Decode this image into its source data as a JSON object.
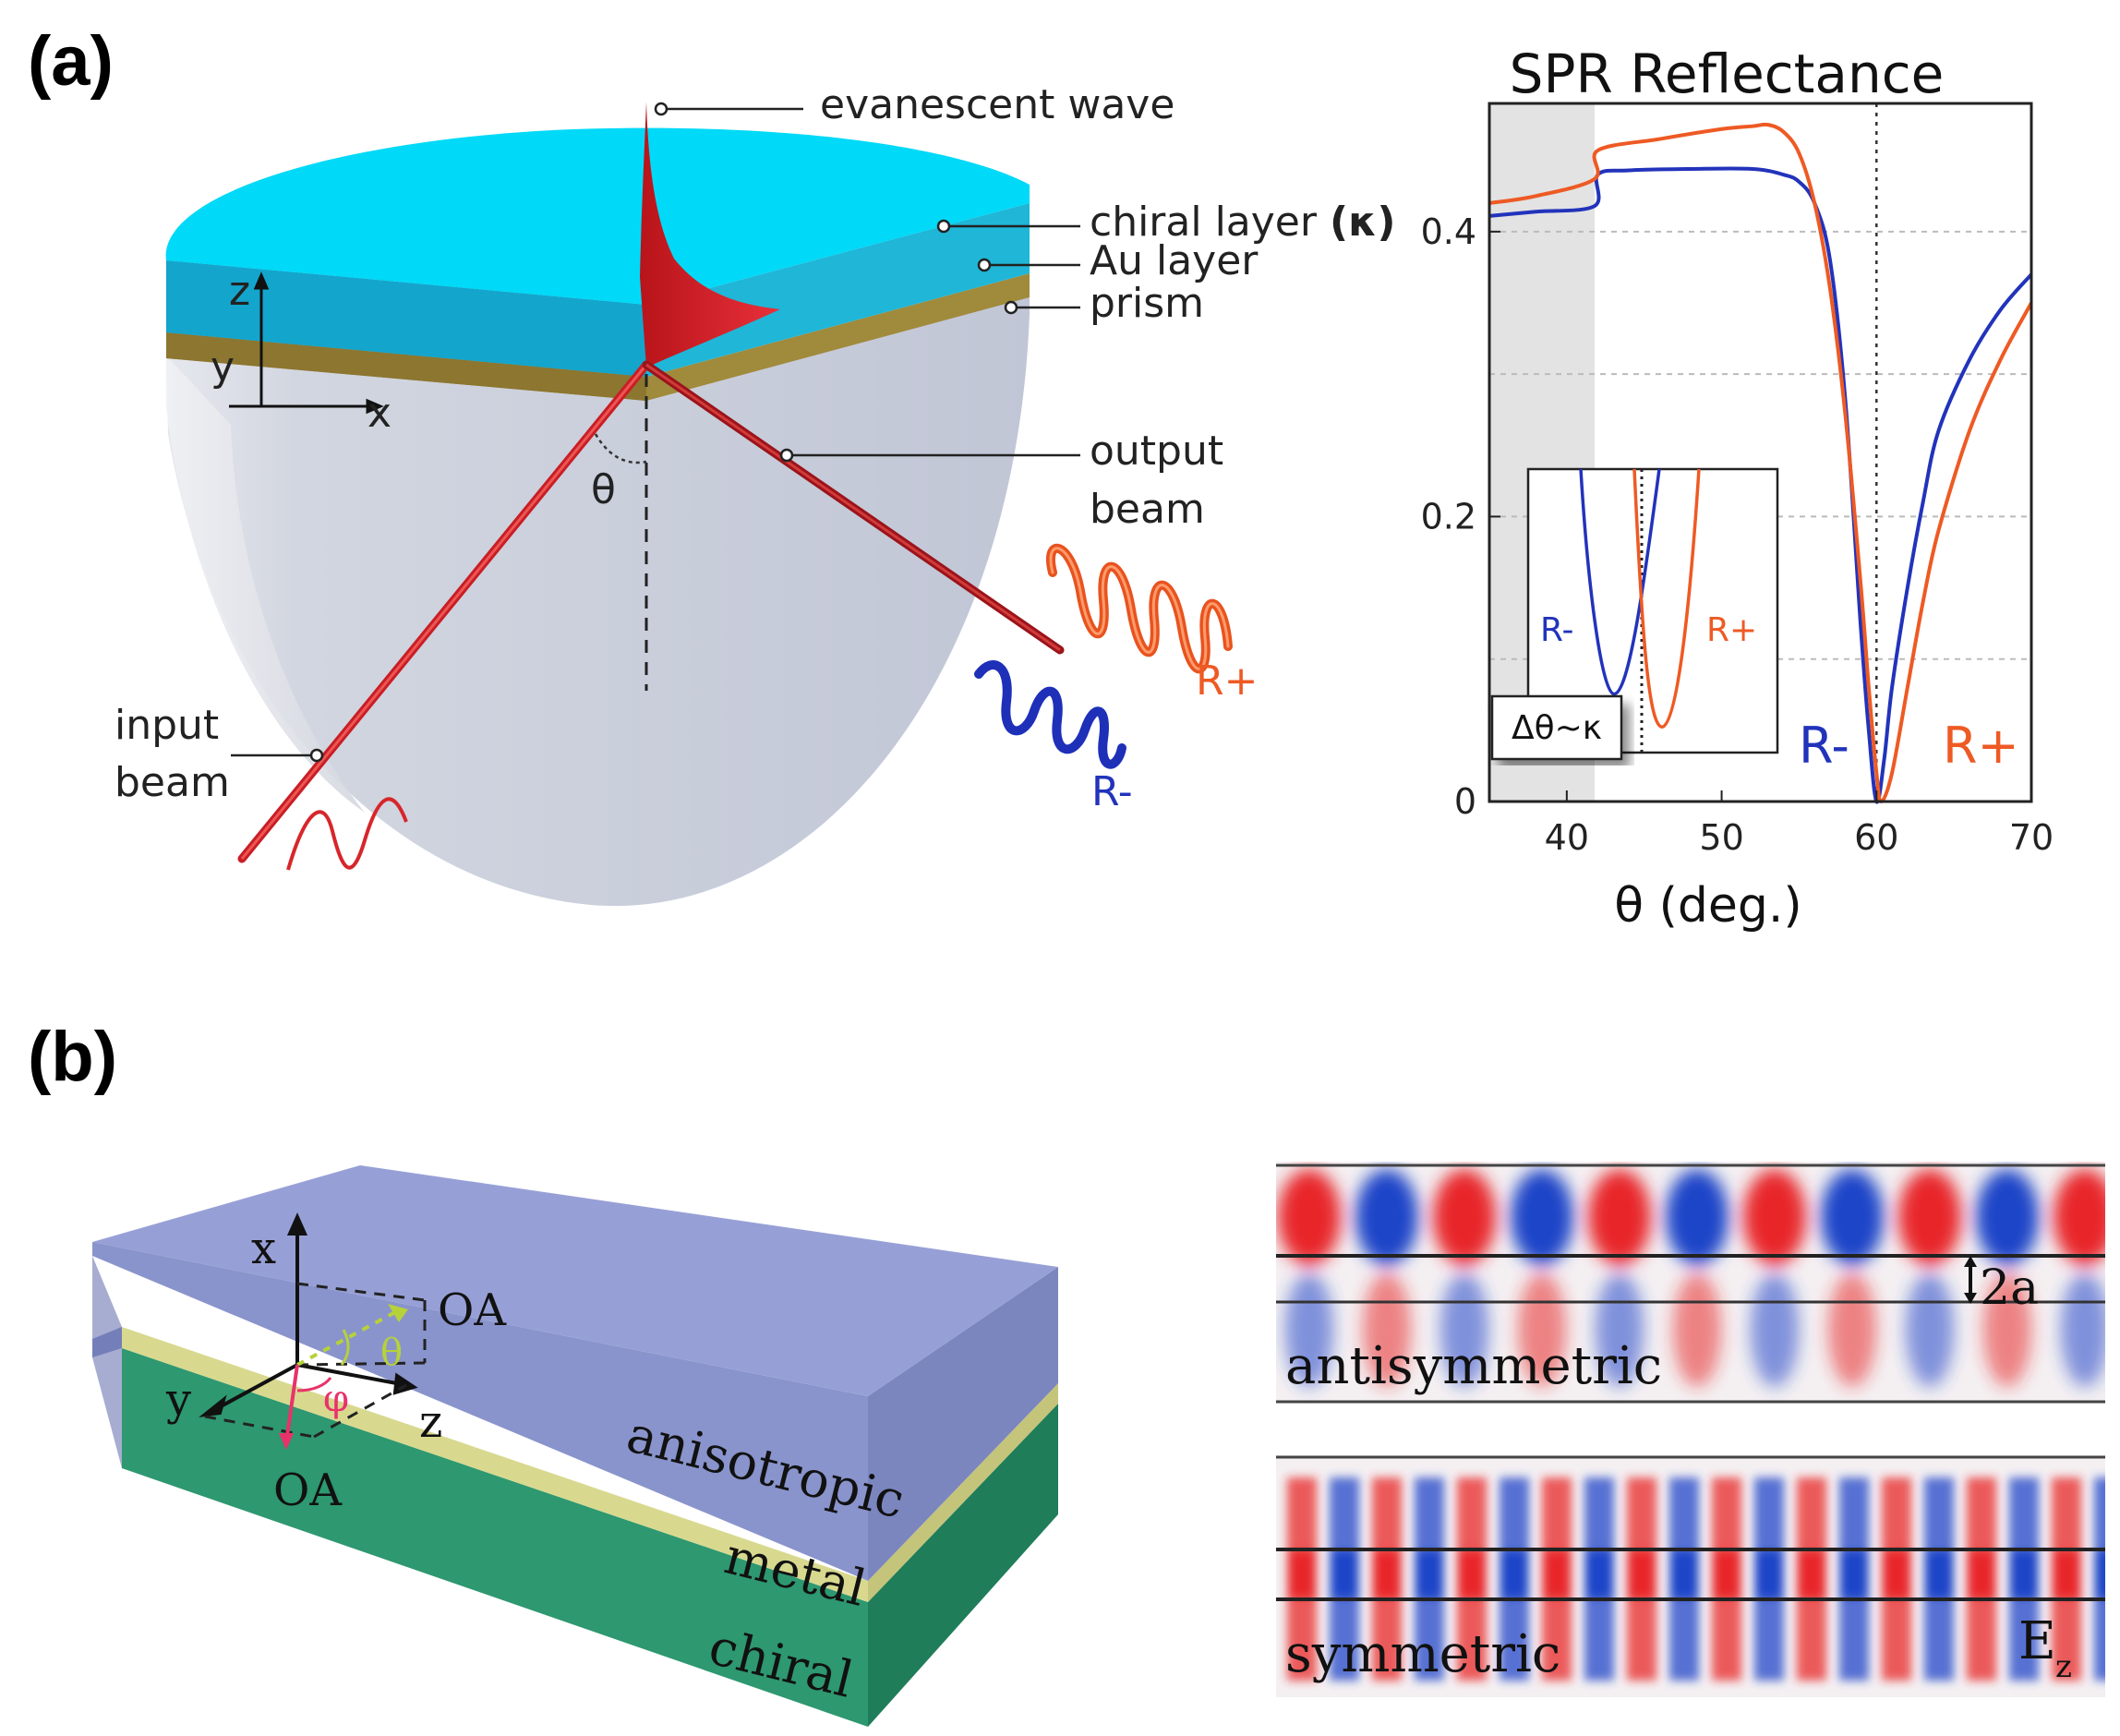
{
  "panel_a": {
    "label": "(a)",
    "callouts": {
      "evanescent": "evanescent wave",
      "chiral_layer": "chiral layer",
      "kappa": "(κ)",
      "au_layer": "Au layer",
      "prism": "prism",
      "output_beam_1": "output",
      "output_beam_2": "beam",
      "input_beam_1": "input",
      "input_beam_2": "beam",
      "r_plus": "R+",
      "r_minus": "R-",
      "theta": "θ",
      "axis_z": "z",
      "axis_y": "y",
      "axis_x": "x"
    },
    "colors": {
      "chiral": "#00d7f5",
      "gold": "#a08a3c",
      "prism": "#c4c8d6",
      "beam": "#d7262b",
      "r_plus": "#ee5a24",
      "r_minus": "#2233bb"
    }
  },
  "chart_data": {
    "type": "line",
    "title": "SPR Reflectance",
    "xlabel": "θ (deg.)",
    "ylabel": "",
    "xlim": [
      35,
      70
    ],
    "ylim": [
      0,
      0.49
    ],
    "xticks": [
      40,
      50,
      60,
      70
    ],
    "yticks": [
      0,
      0.2,
      0.4
    ],
    "ytick_labels": [
      "0",
      "0.2",
      "0.4"
    ],
    "grid": "dashed horizontal at 0.1 steps",
    "shaded_region_x": [
      35,
      41.8
    ],
    "vertical_marker_x": 60,
    "series": [
      {
        "name": "R-",
        "color": "#2233bb",
        "x": [
          35,
          38,
          41.8,
          42,
          44,
          48,
          52,
          54,
          55,
          56,
          57,
          58,
          59,
          59.5,
          60,
          60.5,
          61,
          62,
          63,
          64,
          66,
          68,
          70
        ],
        "y": [
          0.411,
          0.414,
          0.418,
          0.44,
          0.443,
          0.444,
          0.444,
          0.44,
          0.435,
          0.42,
          0.38,
          0.28,
          0.12,
          0.05,
          0.0,
          0.03,
          0.08,
          0.15,
          0.21,
          0.26,
          0.31,
          0.345,
          0.37
        ]
      },
      {
        "name": "R+",
        "color": "#ee5a24",
        "x": [
          35,
          38,
          41.8,
          42,
          46,
          50,
          52,
          53,
          54,
          55,
          56,
          57,
          58,
          59,
          59.5,
          60,
          60.3,
          61,
          62,
          63,
          64,
          66,
          68,
          70
        ],
        "y": [
          0.42,
          0.425,
          0.437,
          0.457,
          0.465,
          0.472,
          0.474,
          0.475,
          0.47,
          0.455,
          0.42,
          0.36,
          0.27,
          0.15,
          0.08,
          0.02,
          0.0,
          0.02,
          0.08,
          0.14,
          0.19,
          0.26,
          0.31,
          0.35
        ]
      }
    ],
    "labels": {
      "r_minus": "R-",
      "r_plus": "R+"
    },
    "inset": {
      "label_r_minus": "R-",
      "label_r_plus": "R+",
      "annotation": "Δθ~κ",
      "minimum_r_minus": 0.1,
      "minimum_r_plus": 0.04
    }
  },
  "panel_b": {
    "label": "(b)",
    "axes": {
      "x": "x",
      "y": "y",
      "z": "z",
      "oa_top": "OA",
      "oa_bottom": "OA",
      "theta": "θ",
      "phi": "φ"
    },
    "layers": {
      "anisotropic": "anisotropic",
      "metal": "metal",
      "chiral": "chiral"
    },
    "colors": {
      "anisotropic": "#8a94cc",
      "metal": "#d7d890",
      "chiral": "#2f9a70"
    },
    "field_maps": {
      "antisymmetric_label": "antisymmetric",
      "gap_label": "2a",
      "symmetric_label": "symmetric",
      "field_label": "E",
      "field_sub": "z",
      "red": "#e8262a",
      "blue": "#1f45c8"
    }
  }
}
